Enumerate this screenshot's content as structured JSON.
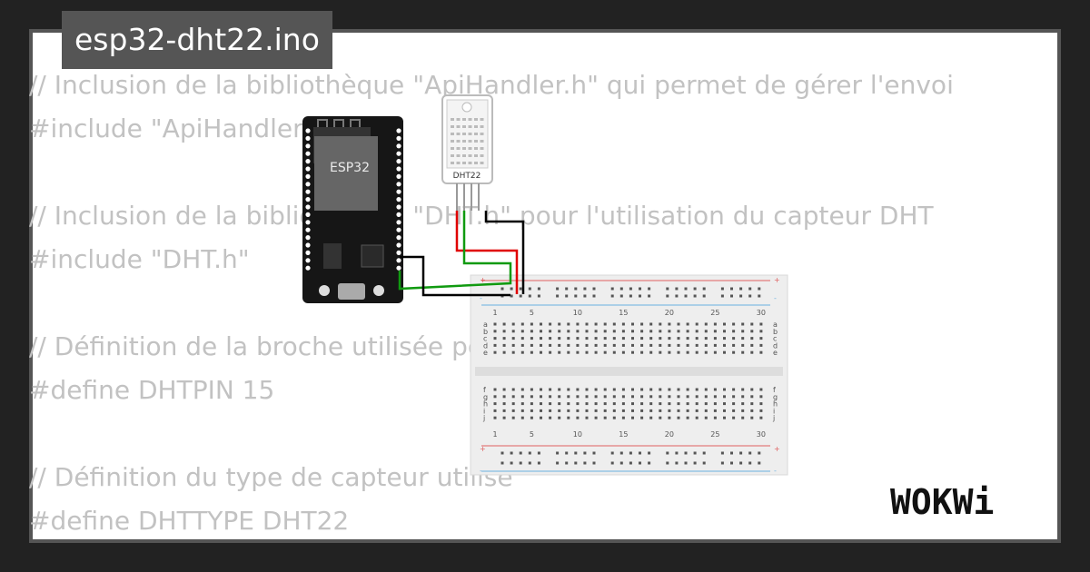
{
  "title": "esp32-dht22.ino",
  "code_lines": [
    "// Inclusion de la bibliothèque \"ApiHandler.h\" qui permet de gérer l'envoi",
    "#include \"ApiHandler.h\"",
    "",
    "// Inclusion de la bibliothèque \"DHT.h\" pour l'utilisation du capteur DHT",
    "#include \"DHT.h\"",
    "",
    "// Définition de la broche utilisée pour le capteur DHT22",
    "#define DHTPIN 15",
    "",
    "// Définition du type de capteur utilisé",
    "#define DHTTYPE DHT22"
  ],
  "esp32_label": "ESP32",
  "dht_label": "DHT22",
  "breadboard": {
    "column_numbers": [
      "1",
      "5",
      "10",
      "15",
      "20",
      "25",
      "30"
    ],
    "rows_top": [
      "a",
      "b",
      "c",
      "d",
      "e"
    ],
    "rows_bottom": [
      "f",
      "g",
      "h",
      "i",
      "j"
    ],
    "plus": "+",
    "minus": "-"
  },
  "logo_text": "WOKWi",
  "colors": {
    "background": "#222222",
    "title_bg": "#555555",
    "code_text": "#c2c2c2",
    "wire_red": "#e00000",
    "wire_green": "#109a10",
    "wire_black": "#000000"
  }
}
